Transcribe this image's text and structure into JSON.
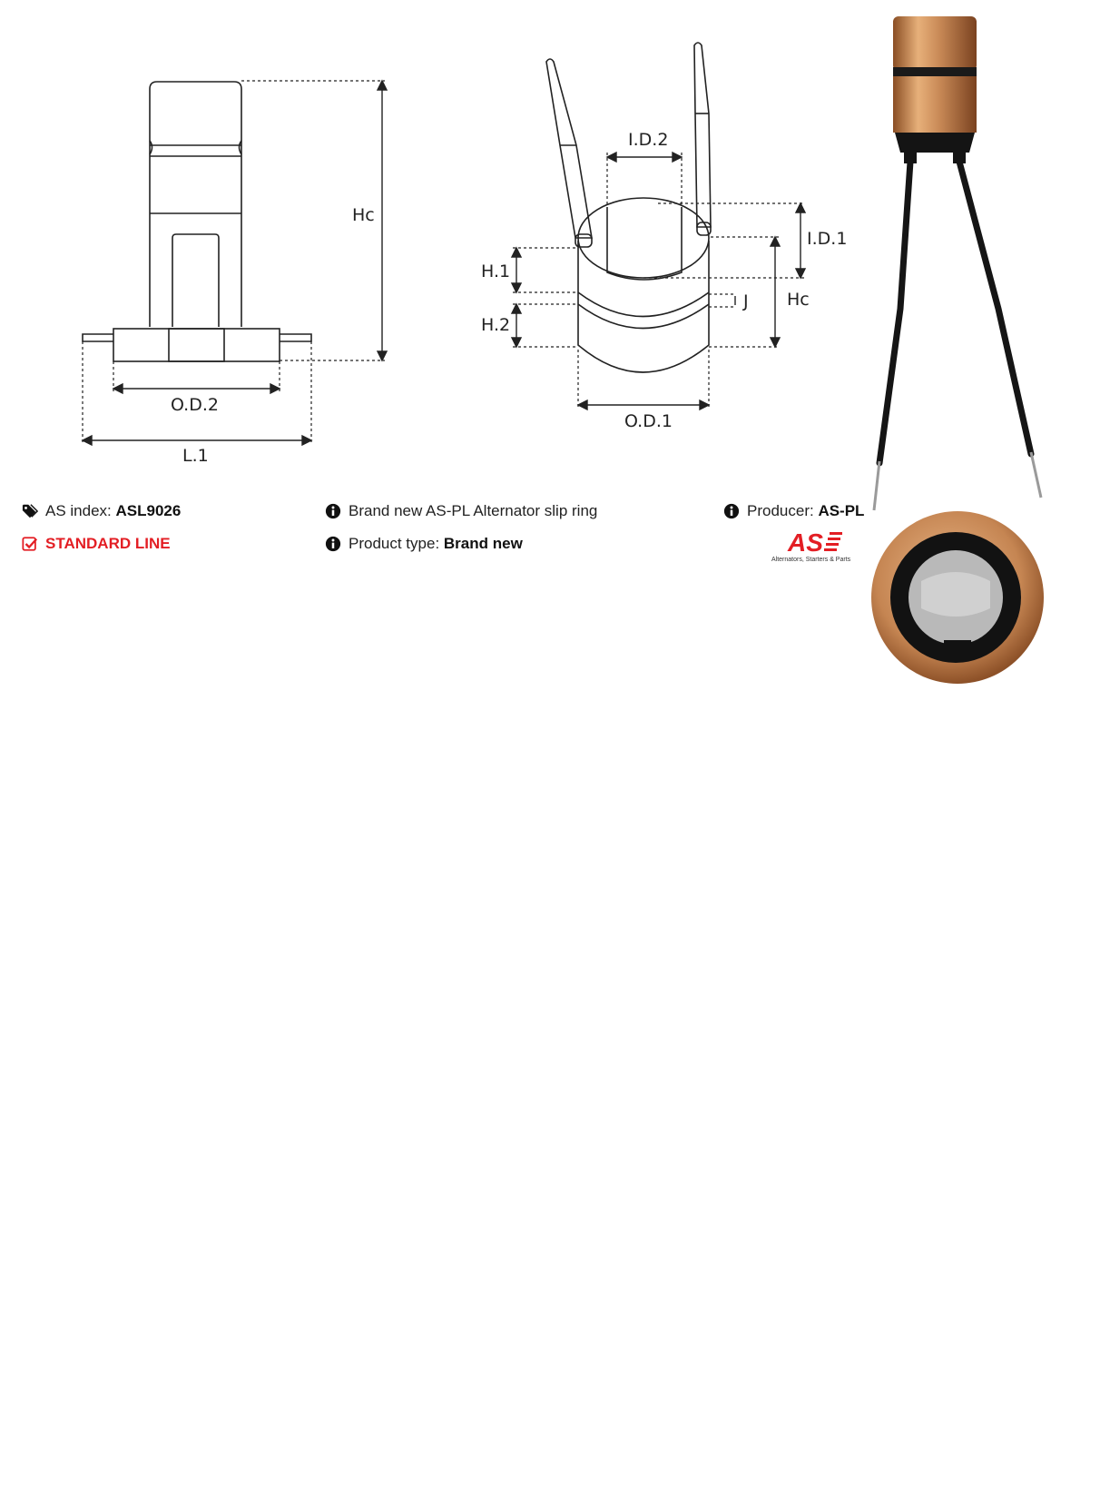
{
  "drawing_left": {
    "labels": {
      "hc": "Hc",
      "od2": "O.D.2",
      "l1": "L.1"
    }
  },
  "drawing_mid": {
    "labels": {
      "id2": "I.D.2",
      "id1": "I.D.1",
      "h1": "H.1",
      "h2": "H.2",
      "j": "J",
      "hc": "Hc",
      "od1": "O.D.1"
    }
  },
  "info": {
    "as_index_label": "AS index:",
    "as_index_value": "ASL9026",
    "line": "STANDARD LINE",
    "description": "Brand new AS-PL Alternator slip ring",
    "product_type_label": "Product type:",
    "product_type_value": "Brand new",
    "producer_label": "Producer:",
    "producer_value": "AS-PL"
  },
  "logo": {
    "mark": "AS",
    "tagline": "Alternators, Starters & Parts"
  },
  "icons": {
    "tags": "tags-icon",
    "check": "check-square-icon",
    "info": "info-circle-icon"
  },
  "colors": {
    "accent": "#e31e24",
    "copper": "#c98a57"
  }
}
